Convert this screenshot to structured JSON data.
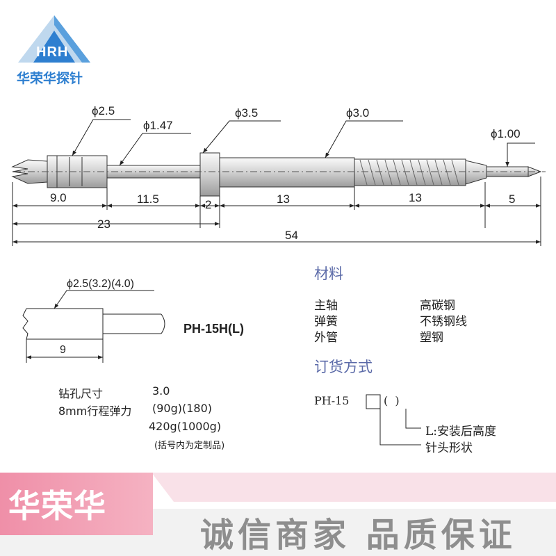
{
  "logo": {
    "letters": "HRH",
    "brand": "华荣华探针",
    "accent": "#2e7fd0"
  },
  "drawing": {
    "diameters": {
      "tip": "ϕ2.5",
      "neck": "ϕ1.47",
      "collar": "ϕ3.5",
      "barrel": "ϕ3.0",
      "tail": "ϕ1.00"
    },
    "segments": [
      "9.0",
      "11.5",
      "2",
      "13",
      "13",
      "5"
    ],
    "totals": [
      "23",
      "54"
    ]
  },
  "tip_detail": {
    "diameter": "ϕ2.5(3.2)(4.0)",
    "length": "9",
    "model": "PH-15H(L)"
  },
  "specs": {
    "drill_label": "钻孔尺寸",
    "drill_value": "3.0",
    "force_label": "8mm行程弹力",
    "force_values_1": "(90g)(180)",
    "force_values_2": "420g(1000g)",
    "note": "(括号内为定制品)"
  },
  "materials": {
    "title": "材料",
    "rows": [
      {
        "part": "主轴",
        "material": "高碳钢"
      },
      {
        "part": "弹簧",
        "material": "不锈钢线"
      },
      {
        "part": "外管",
        "material": "塑钢"
      }
    ]
  },
  "ordering": {
    "title": "订货方式",
    "prefix": "PH-15",
    "paren": "(  )",
    "callout_l": "L:安装后高度",
    "callout_head": "针头形状"
  },
  "banner": {
    "brand": "华荣华",
    "slogan": "诚信商家 品质保证",
    "pink": "#f2a0b5"
  }
}
